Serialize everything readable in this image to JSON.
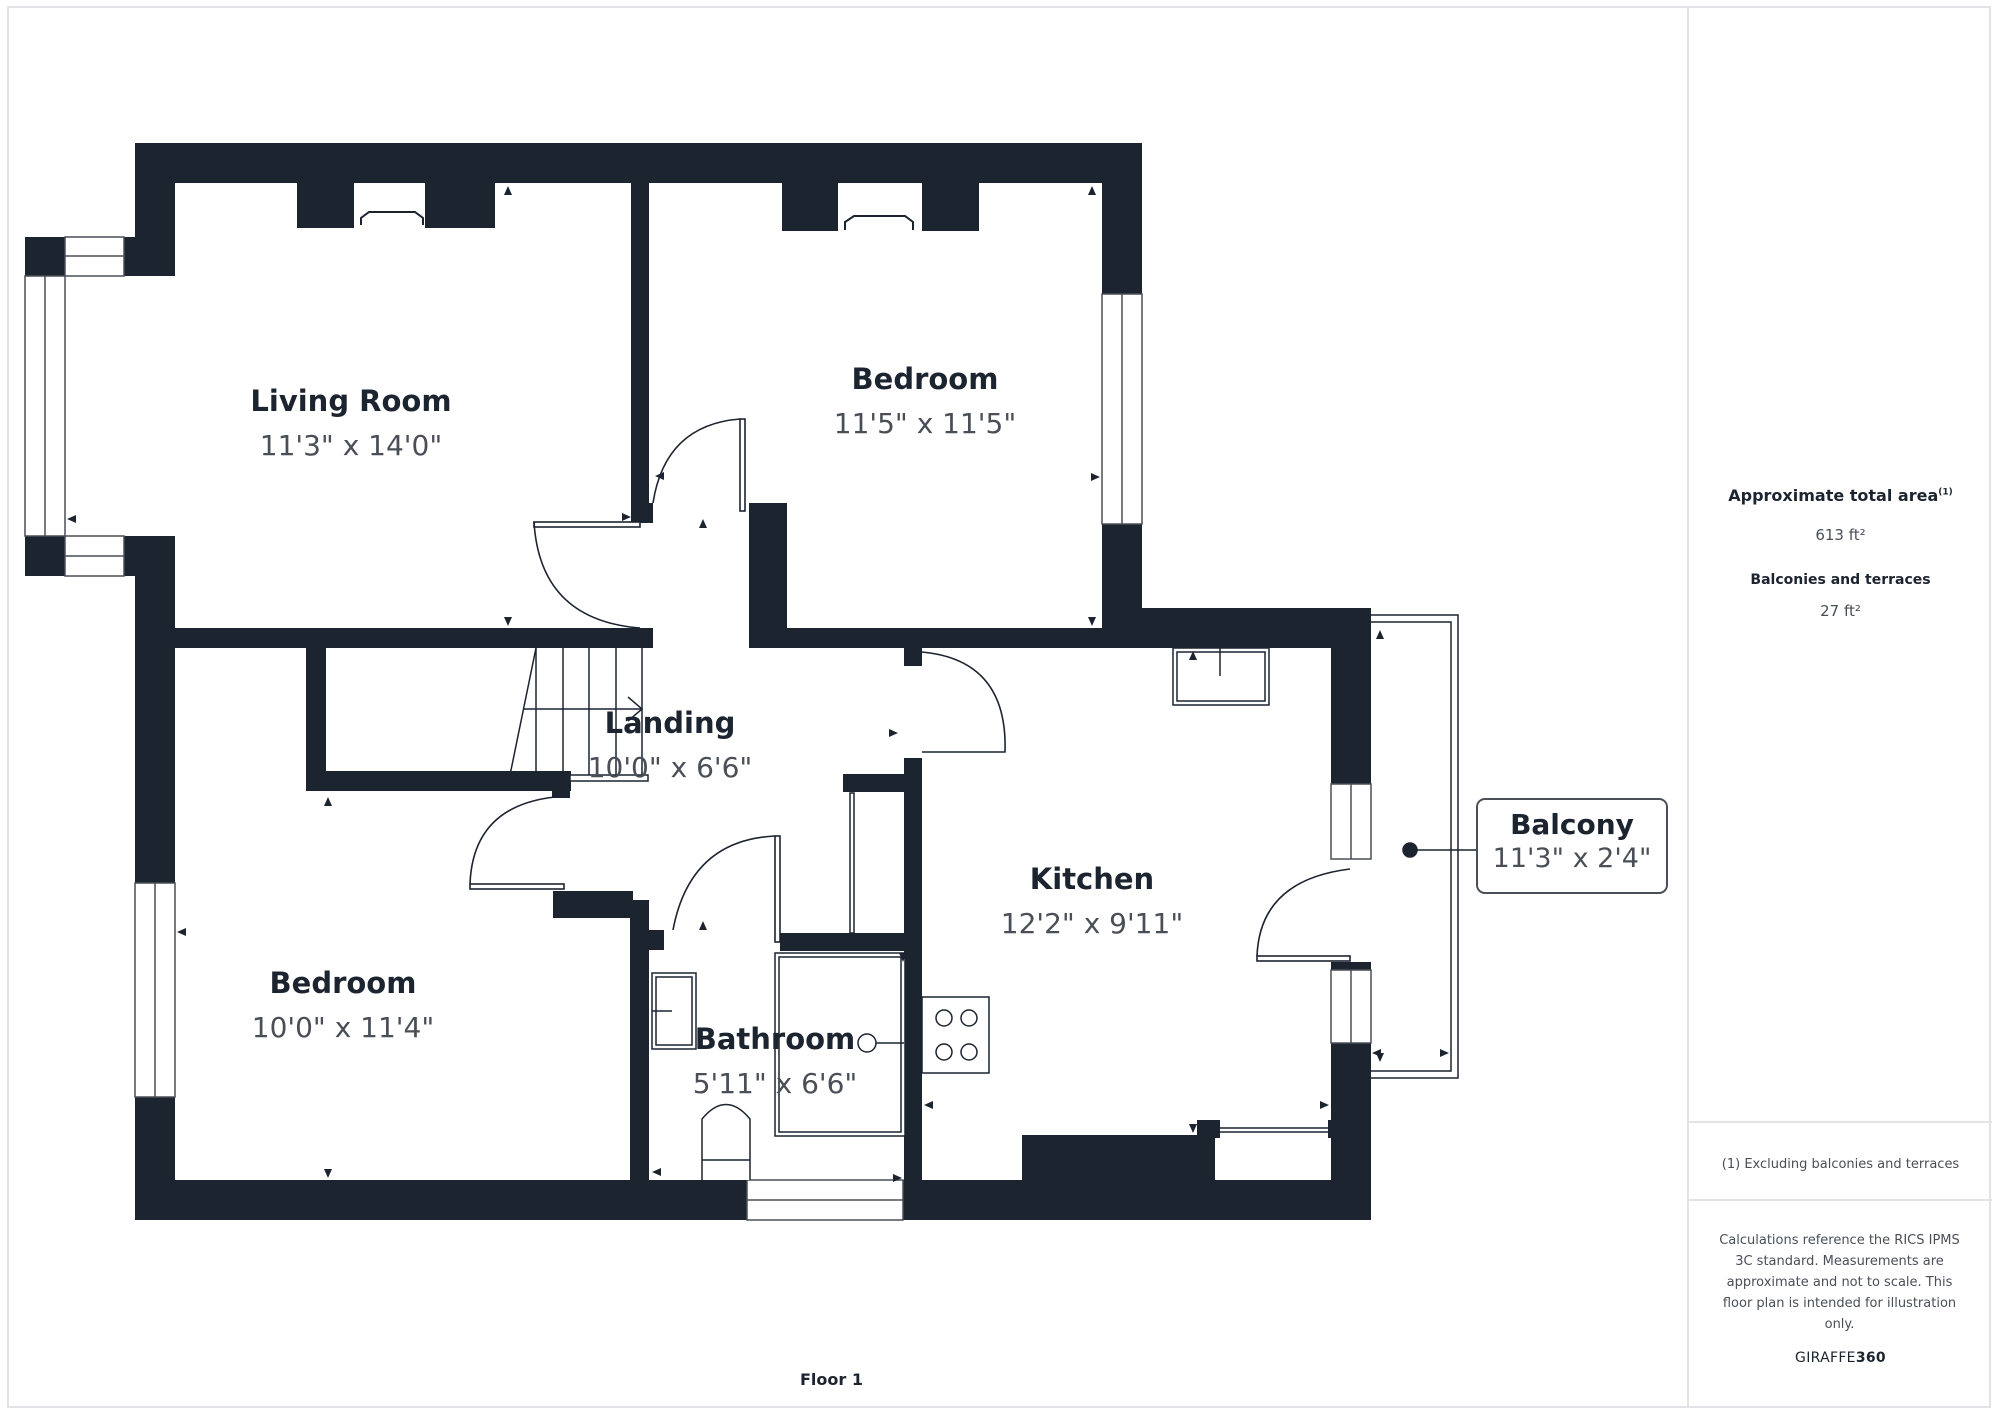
{
  "plan": {
    "floor_label": "Floor 1",
    "rooms": [
      {
        "name": "Living Room",
        "dims": "11'3\" x 14'0\""
      },
      {
        "name": "Bedroom",
        "dims": "11'5\" x 11'5\""
      },
      {
        "name": "Landing",
        "dims": "10'0\" x 6'6\""
      },
      {
        "name": "Bedroom",
        "dims": "10'0\" x 11'4\""
      },
      {
        "name": "Bathroom",
        "dims": "5'11\" x 6'6\""
      },
      {
        "name": "Kitchen",
        "dims": "12'2\" x 9'11\""
      }
    ],
    "balcony": {
      "name": "Balcony",
      "dims": "11'3\" x 2'4\""
    },
    "colors": {
      "wall": "#1c2430",
      "line": "#4a4f57",
      "frame": "#e1e3e6"
    }
  },
  "sidebar": {
    "total_area_label": "Approximate total area",
    "total_area_footnote": "(1)",
    "total_area_value": "613 ft²",
    "balconies_label": "Balconies and terraces",
    "balconies_value": "27 ft²",
    "footnote": "(1) Excluding balconies and terraces",
    "disclaimer": "Calculations reference the RICS IPMS 3C standard. Measurements are approximate and not to scale. This floor plan is intended for illustration only.",
    "brand_prefix": "GIRAFFE",
    "brand_suffix": "360"
  }
}
